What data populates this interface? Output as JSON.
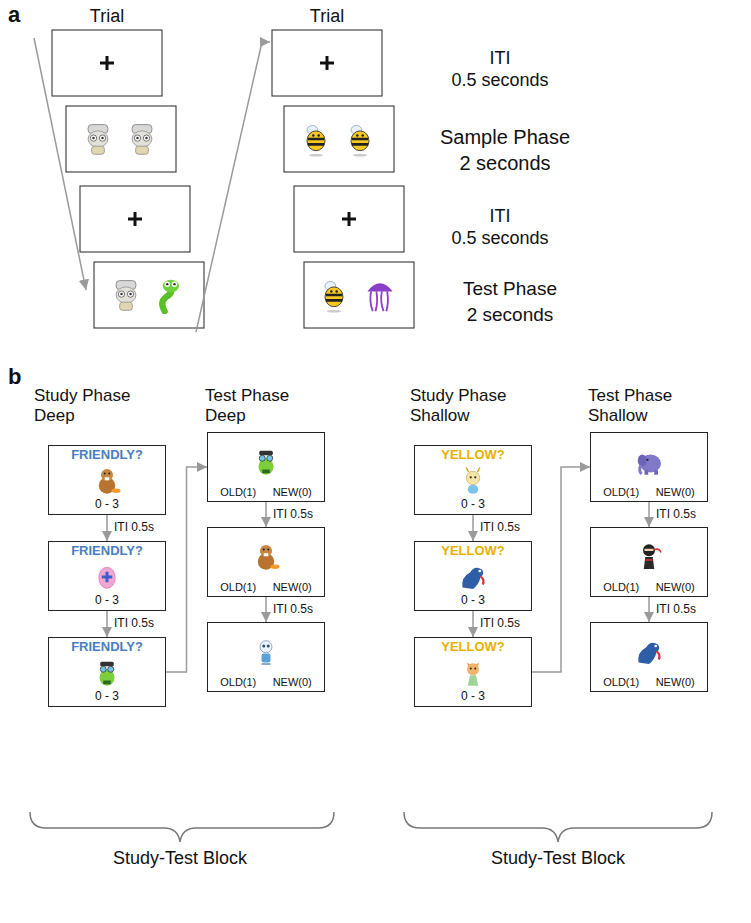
{
  "diagram": {
    "nodes": [
      {
        "text": [
          "FRIENDLY?",
          "0 - 3"
        ]
      },
      {
        "text": [
          "FRIENDLY?",
          "0 - 3"
        ]
      },
      {
        "text": [
          "FRIENDLY?",
          "0 - 3"
        ]
      },
      {
        "text": [
          "OLD(1)",
          "NEW(0)"
        ]
      },
      {
        "text": [
          "OLD(1)",
          "NEW(0)"
        ]
      },
      {
        "text": [
          "OLD(1)",
          "NEW(0)"
        ]
      },
      {
        "text": [
          "YELLOW?",
          "0 - 3"
        ]
      },
      {
        "text": [
          "YELLOW?",
          "0 - 3"
        ]
      },
      {
        "text": [
          "YELLOW?",
          "0 - 3"
        ]
      },
      {
        "text": [
          "OLD(1)",
          "NEW(0)"
        ]
      },
      {
        "text": [
          "OLD(1)",
          "NEW(0)"
        ]
      },
      {
        "text": [
          "OLD(1)",
          "NEW(0)"
        ]
      }
    ],
    "edges": [
      {
        "from": 0,
        "to": 1,
        "arrow": "to",
        "label": "ITI 0.5s"
      },
      {
        "from": 1,
        "to": 2,
        "arrow": "to",
        "label": "ITI 0.5s"
      },
      {
        "from": 2,
        "to": 3,
        "arrow": "to"
      },
      {
        "from": 3,
        "to": 4,
        "arrow": "to",
        "label": "ITI 0.5s"
      },
      {
        "from": 4,
        "to": 5,
        "arrow": "to",
        "label": "ITI 0.5s"
      },
      {
        "from": 6,
        "to": 7,
        "arrow": "to",
        "label": "ITI 0.5s"
      },
      {
        "from": 7,
        "to": 8,
        "arrow": "to",
        "label": "ITI 0.5s"
      },
      {
        "from": 8,
        "to": 9,
        "arrow": "to"
      },
      {
        "from": 9,
        "to": 10,
        "arrow": "to",
        "label": "ITI 0.5s"
      },
      {
        "from": 10,
        "to": 11,
        "arrow": "to",
        "label": "ITI 0.5s"
      }
    ],
    "labels": [
      "a",
      "Trial",
      "Trial",
      "ITI",
      "0.5 seconds",
      "Sample Phase",
      "2 seconds",
      "ITI",
      "0.5 seconds",
      "Test Phase",
      "2 seconds",
      "b",
      "Study Phase Deep",
      "Test Phase Deep",
      "Study Phase Shallow",
      "Test Phase Shallow",
      "Study-Test Block",
      "Study-Test Block"
    ]
  }
}
